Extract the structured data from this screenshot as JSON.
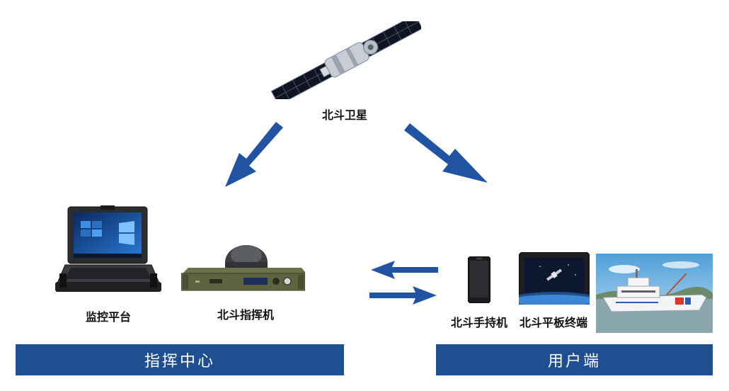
{
  "satellite": {
    "label": "北斗卫星"
  },
  "command_center": {
    "title": "指挥中心",
    "monitor": {
      "label": "监控平台"
    },
    "commander": {
      "label": "北斗指挥机"
    }
  },
  "user_side": {
    "title": "用户端",
    "handheld": {
      "label": "北斗手持机"
    },
    "tablet": {
      "label": "北斗平板终端"
    }
  },
  "colors": {
    "band": "#1d4f91",
    "arrow": "#2153a3"
  }
}
